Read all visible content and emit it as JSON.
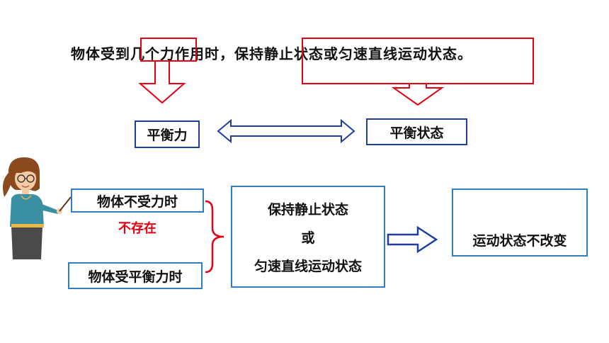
{
  "top_sentence": {
    "part1": "物体受到",
    "part2": "几个力",
    "part3": "作用时，保持",
    "part4": "静止状态或匀速直线运动状态",
    "part5": "。"
  },
  "balance_force": "平衡力",
  "balance_state": "平衡状态",
  "no_force_label_a": "物体",
  "no_force_label_b": "不受力",
  "no_force_label_c": "时",
  "not_exist": "不存在",
  "balanced_force_case": "物体受平衡力时",
  "result_box": {
    "line1": "保持静止状态",
    "line2": "或",
    "line3": "匀速直线运动状态"
  },
  "motion_unchanged": "运动状态不改变",
  "colors": {
    "red": "#e60012",
    "blue": "#1f3f9f",
    "light_blue": "#2d7fc1"
  }
}
